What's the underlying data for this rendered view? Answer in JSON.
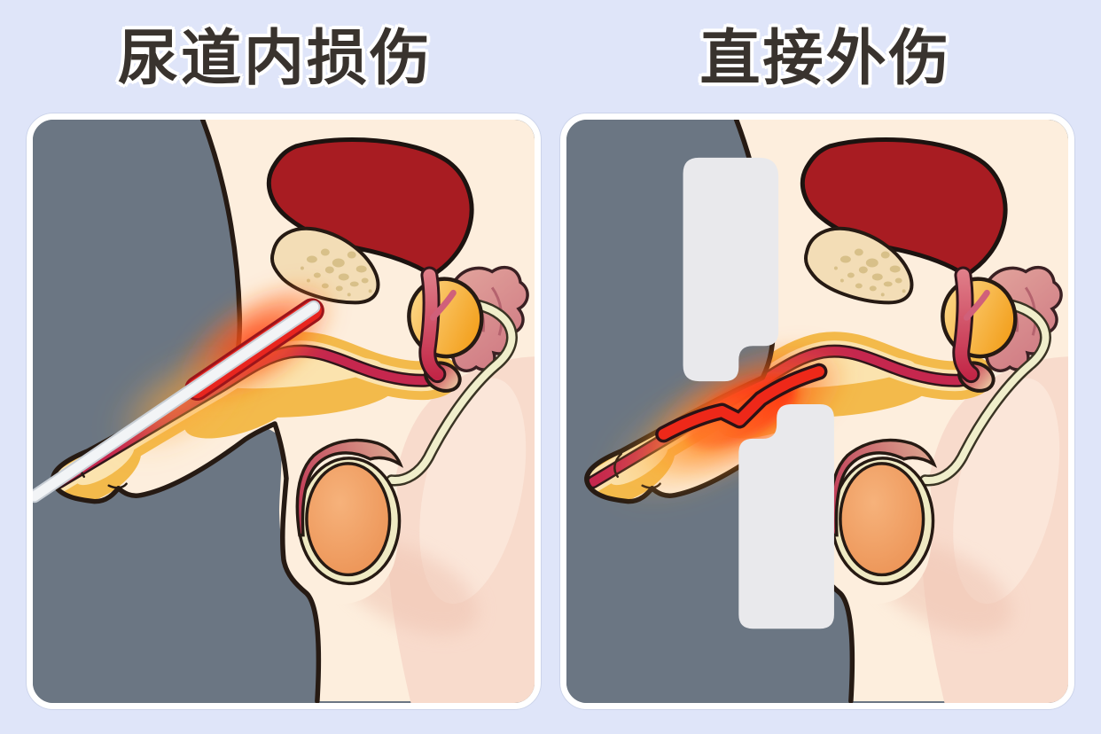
{
  "titles": {
    "left": "尿道内损伤",
    "right": "直接外伤"
  },
  "panels": {
    "left": {
      "id": "internal-urethral-injury"
    },
    "right": {
      "id": "direct-external-trauma"
    }
  },
  "colors": {
    "page_background": "#dfe5f9",
    "panel_border": "#ffffff",
    "outside_body_gray": "#6b7683",
    "skin_cream": "#fdeedd",
    "outline_dark": "#261a13",
    "bladder_red": "#a81c22",
    "pubic_bone_beige": "#f3ddb6",
    "bone_speckle": "#d8c089",
    "prostate_orange": "#f5a01f",
    "seminal_vesicle_pink": "#dd9a96",
    "urethra_crimson": "#c5274e",
    "spongiosum_gold": "#f3ba4b",
    "spongiosum_pale": "#fbe3ae",
    "vas_deferens_cream": "#f0eecb",
    "testis_orange": "#f2a569",
    "epididymis_red": "#c13c58",
    "thigh_pink": "#f8dbcc",
    "catheter_white": "#f2f4f6",
    "injury_glow_red": "#ff3c12",
    "impact_object_gray": "#e9e9ec"
  }
}
